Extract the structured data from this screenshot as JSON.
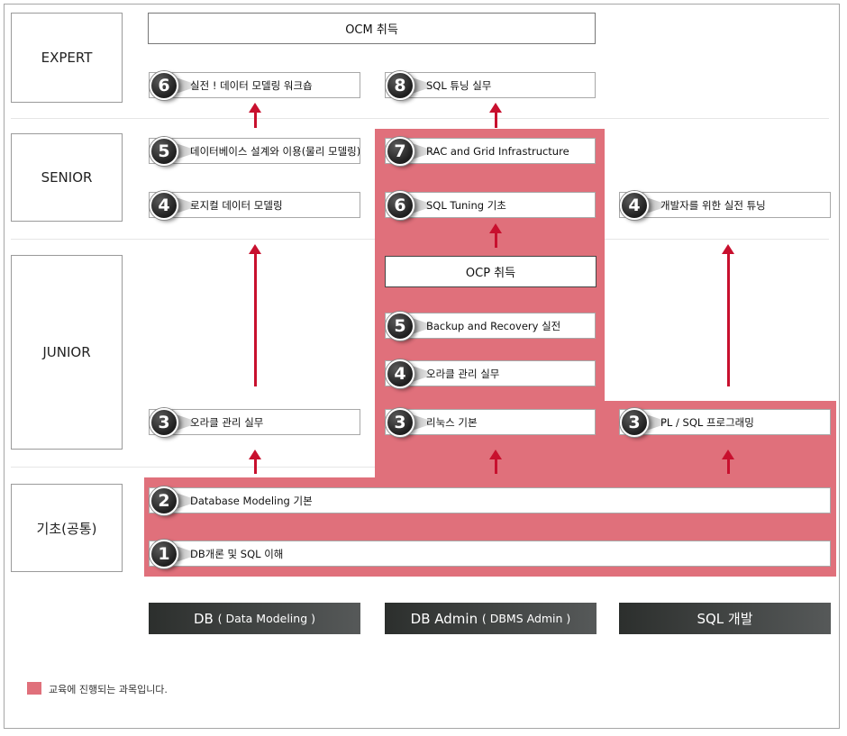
{
  "levels": {
    "expert": "EXPERT",
    "senior": "SENIOR",
    "junior": "JUNIOR",
    "basic": "기초(공통)"
  },
  "goals": {
    "ocm": "OCM 취득",
    "ocp": "OCP 취득"
  },
  "courses": {
    "dm_expert": {
      "num": "6",
      "label": "실전 ! 데이터 모델링 워크숍"
    },
    "admin_expert": {
      "num": "8",
      "label": "SQL 튜닝 실무"
    },
    "dm_senior_5": {
      "num": "5",
      "label": "데이터베이스 설계와 이용(물리 모델링)"
    },
    "dm_senior_4": {
      "num": "4",
      "label": "로지컬 데이터 모델링"
    },
    "admin_senior_7": {
      "num": "7",
      "label": "RAC and Grid Infrastructure"
    },
    "admin_senior_6": {
      "num": "6",
      "label": "SQL Tuning 기초"
    },
    "sql_senior_4": {
      "num": "4",
      "label": "개발자를 위한 실전 튜닝"
    },
    "admin_junior_5": {
      "num": "5",
      "label": "Backup and Recovery 실전"
    },
    "admin_junior_4": {
      "num": "4",
      "label": "오라클 관리 실무"
    },
    "dm_junior_3": {
      "num": "3",
      "label": "오라클 관리 실무"
    },
    "admin_junior_3": {
      "num": "3",
      "label": "리눅스 기본"
    },
    "sql_junior_3": {
      "num": "3",
      "label": "PL / SQL 프로그래밍"
    },
    "basic_2": {
      "num": "2",
      "label": "Database Modeling 기본"
    },
    "basic_1": {
      "num": "1",
      "label": "DB개론 및 SQL 이해"
    }
  },
  "tracks": {
    "dm_main": "DB",
    "dm_sub": "( Data Modeling )",
    "admin_main": "DB Admin",
    "admin_sub": "( DBMS Admin )",
    "sql": "SQL 개발"
  },
  "legend": "교육에 진행되는 과목입니다.",
  "colors": {
    "highlight": "#e0707b",
    "arrow": "#c8102e",
    "track": "#3a3d3b"
  }
}
